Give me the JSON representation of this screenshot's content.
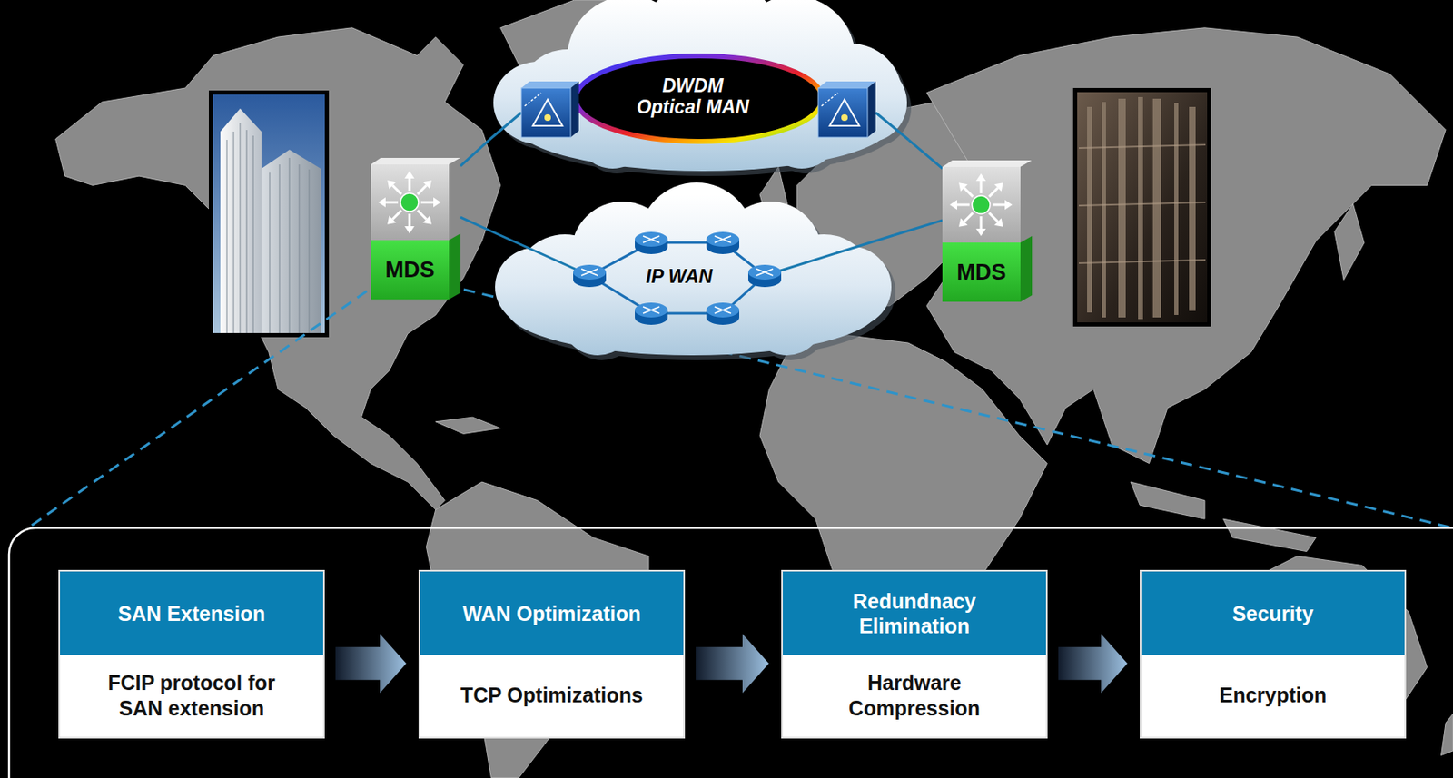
{
  "diagram": {
    "nodes": [
      {
        "text": [
          "DWDM Optical MAN"
        ]
      },
      {
        "text": [
          "MDS"
        ]
      },
      {
        "text": [
          "IP WAN"
        ]
      },
      {
        "text": [
          "MDS"
        ]
      },
      {
        "text": [
          "SAN Extension",
          "FCIP protocol for SAN extension"
        ]
      },
      {
        "text": [
          "WAN Optimization",
          "TCP Optimizations"
        ]
      },
      {
        "text": [
          "Redundnacy Elimination",
          "Hardware Compression"
        ]
      },
      {
        "text": [
          "Security",
          "Encryption"
        ]
      }
    ],
    "edges": [
      {
        "from": 1,
        "to": 0,
        "arrow": "none"
      },
      {
        "from": 1,
        "to": 2,
        "arrow": "none"
      },
      {
        "from": 3,
        "to": 0,
        "arrow": "none"
      },
      {
        "from": 3,
        "to": 2,
        "arrow": "none"
      },
      {
        "from": 4,
        "to": 5,
        "arrow": "to"
      },
      {
        "from": 5,
        "to": 6,
        "arrow": "to"
      },
      {
        "from": 6,
        "to": 7,
        "arrow": "to"
      }
    ]
  }
}
